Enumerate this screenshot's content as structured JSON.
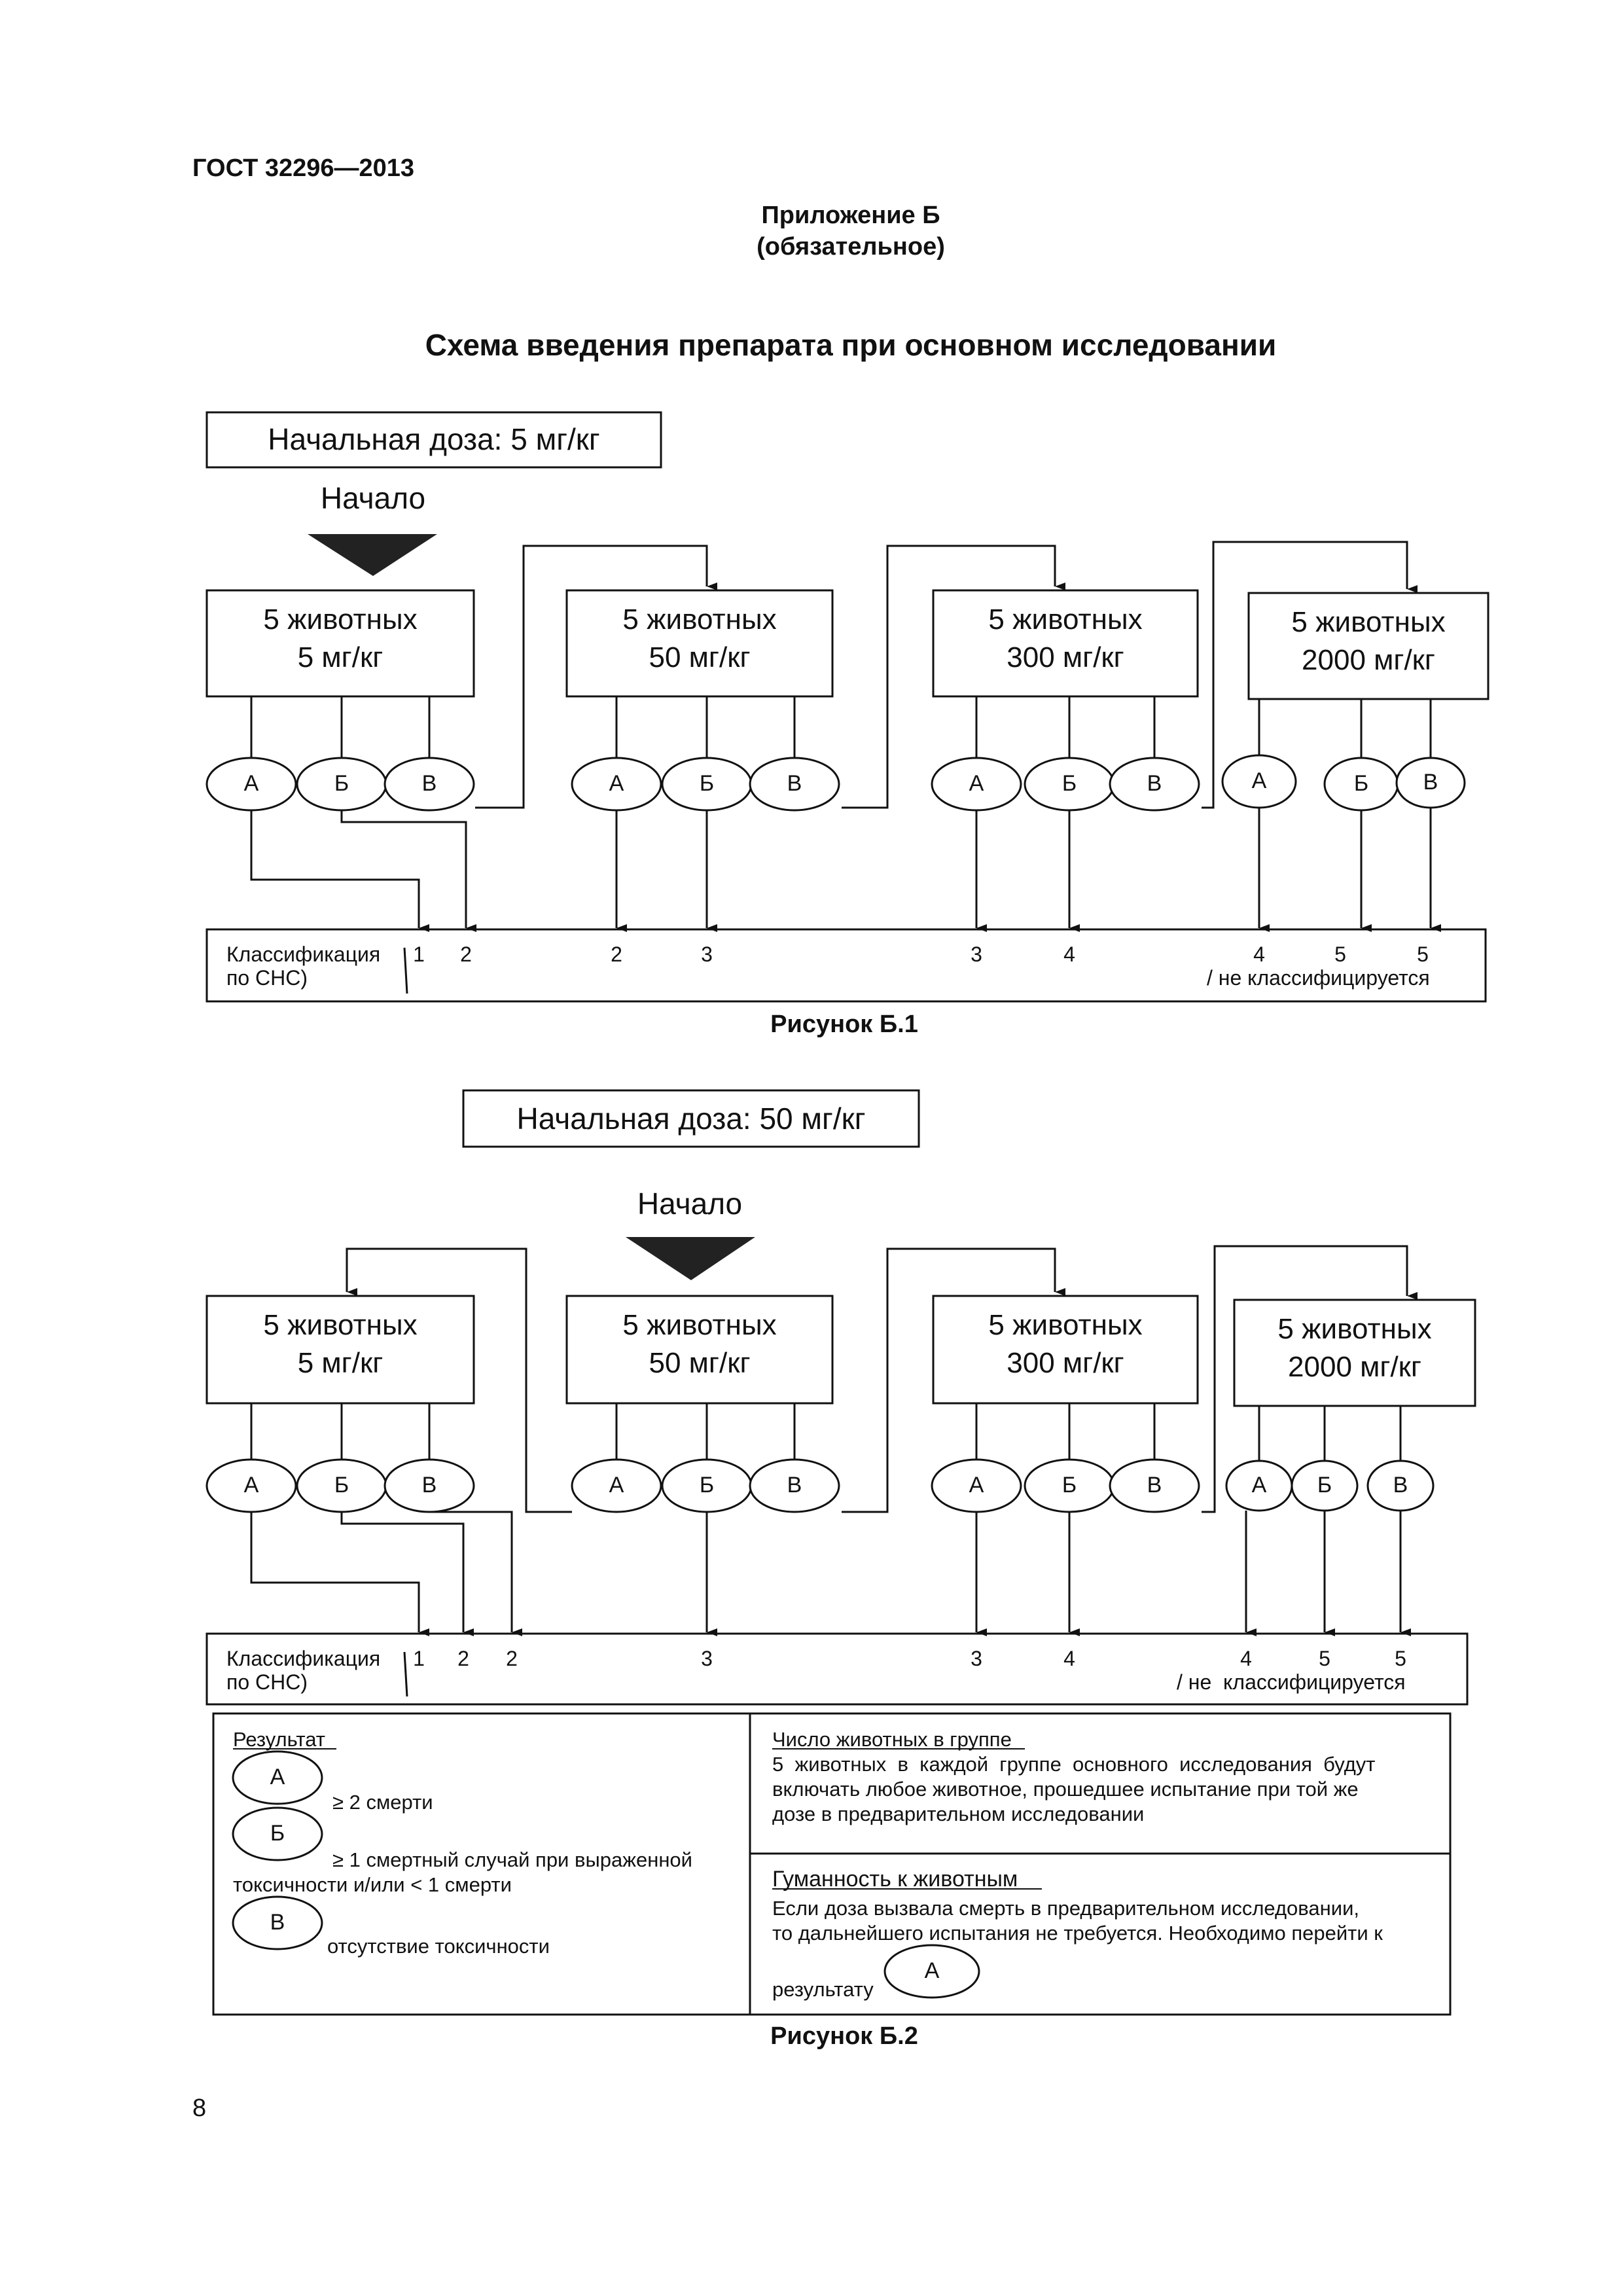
{
  "header": {
    "standard": "ГОСТ 32296—2013",
    "annex_title": "Приложение Б",
    "annex_status": "(обязательное)",
    "section_title": "Схема введения препарата при основном исследовании"
  },
  "figure1": {
    "start_dose": "Начальная доза: 5 мг/кг",
    "start_label": "Начало",
    "boxes": [
      {
        "line1": "5 животных",
        "line2": "5 мг/кг"
      },
      {
        "line1": "5 животных",
        "line2": "50 мг/кг"
      },
      {
        "line1": "5 животных",
        "line2": "300 мг/кг"
      },
      {
        "line1": "5 животных",
        "line2": "2000 мг/кг"
      }
    ],
    "ovals": [
      "А",
      "Б",
      "В",
      "А",
      "Б",
      "В",
      "А",
      "Б",
      "В",
      "А",
      "Б",
      "В"
    ],
    "class_label_1": "Классификация",
    "class_label_2": "по СНС)",
    "class_values": [
      "1",
      "2",
      "2",
      "3",
      "3",
      "4",
      "4",
      "5",
      "5"
    ],
    "not_classified": "/ не классифицируется",
    "caption": "Рисунок Б.1"
  },
  "figure2": {
    "start_dose": "Начальная доза: 50 мг/кг",
    "start_label": "Начало",
    "boxes": [
      {
        "line1": "5 животных",
        "line2": "5 мг/кг"
      },
      {
        "line1": "5 животных",
        "line2": "50 мг/кг"
      },
      {
        "line1": "5 животных",
        "line2": "300 мг/кг"
      },
      {
        "line1": "5 животных",
        "line2": "2000 мг/кг"
      }
    ],
    "ovals": [
      "А",
      "Б",
      "В",
      "А",
      "Б",
      "В",
      "А",
      "Б",
      "В",
      "А",
      "Б",
      "В"
    ],
    "class_label_1": "Классификация",
    "class_label_2": "по СНС)",
    "class_values": [
      "1",
      "2",
      "2",
      "3",
      "3",
      "4",
      "4",
      "5",
      "5"
    ],
    "not_classified": "/ не  классифицируется",
    "caption": "Рисунок Б.2"
  },
  "legend": {
    "result_title": "Результат",
    "oval_a": "А",
    "text_a": "≥ 2 смерти",
    "oval_b": "Б",
    "text_b_1": "≥ 1 смертный случай при выраженной",
    "text_b_2": "токсичности и/или < 1 смерти",
    "oval_c": "В",
    "text_c": "отсутствие токсичности",
    "count_title": "Число животных в группе",
    "count_1": "5  животных  в  каждой  группе  основного  исследования  будут",
    "count_2": "включать любое животное, прошедшее испытание при той же",
    "count_3": "дозе в предварительном исследовании",
    "humane_title": "Гуманность к животным",
    "humane_1": "Если доза вызвала смерть в предварительном исследовании,",
    "humane_2": "то дальнейшего испытания не требуется. Необходимо перейти к",
    "humane_3": "результату",
    "humane_oval": "А"
  },
  "page_number": "8"
}
